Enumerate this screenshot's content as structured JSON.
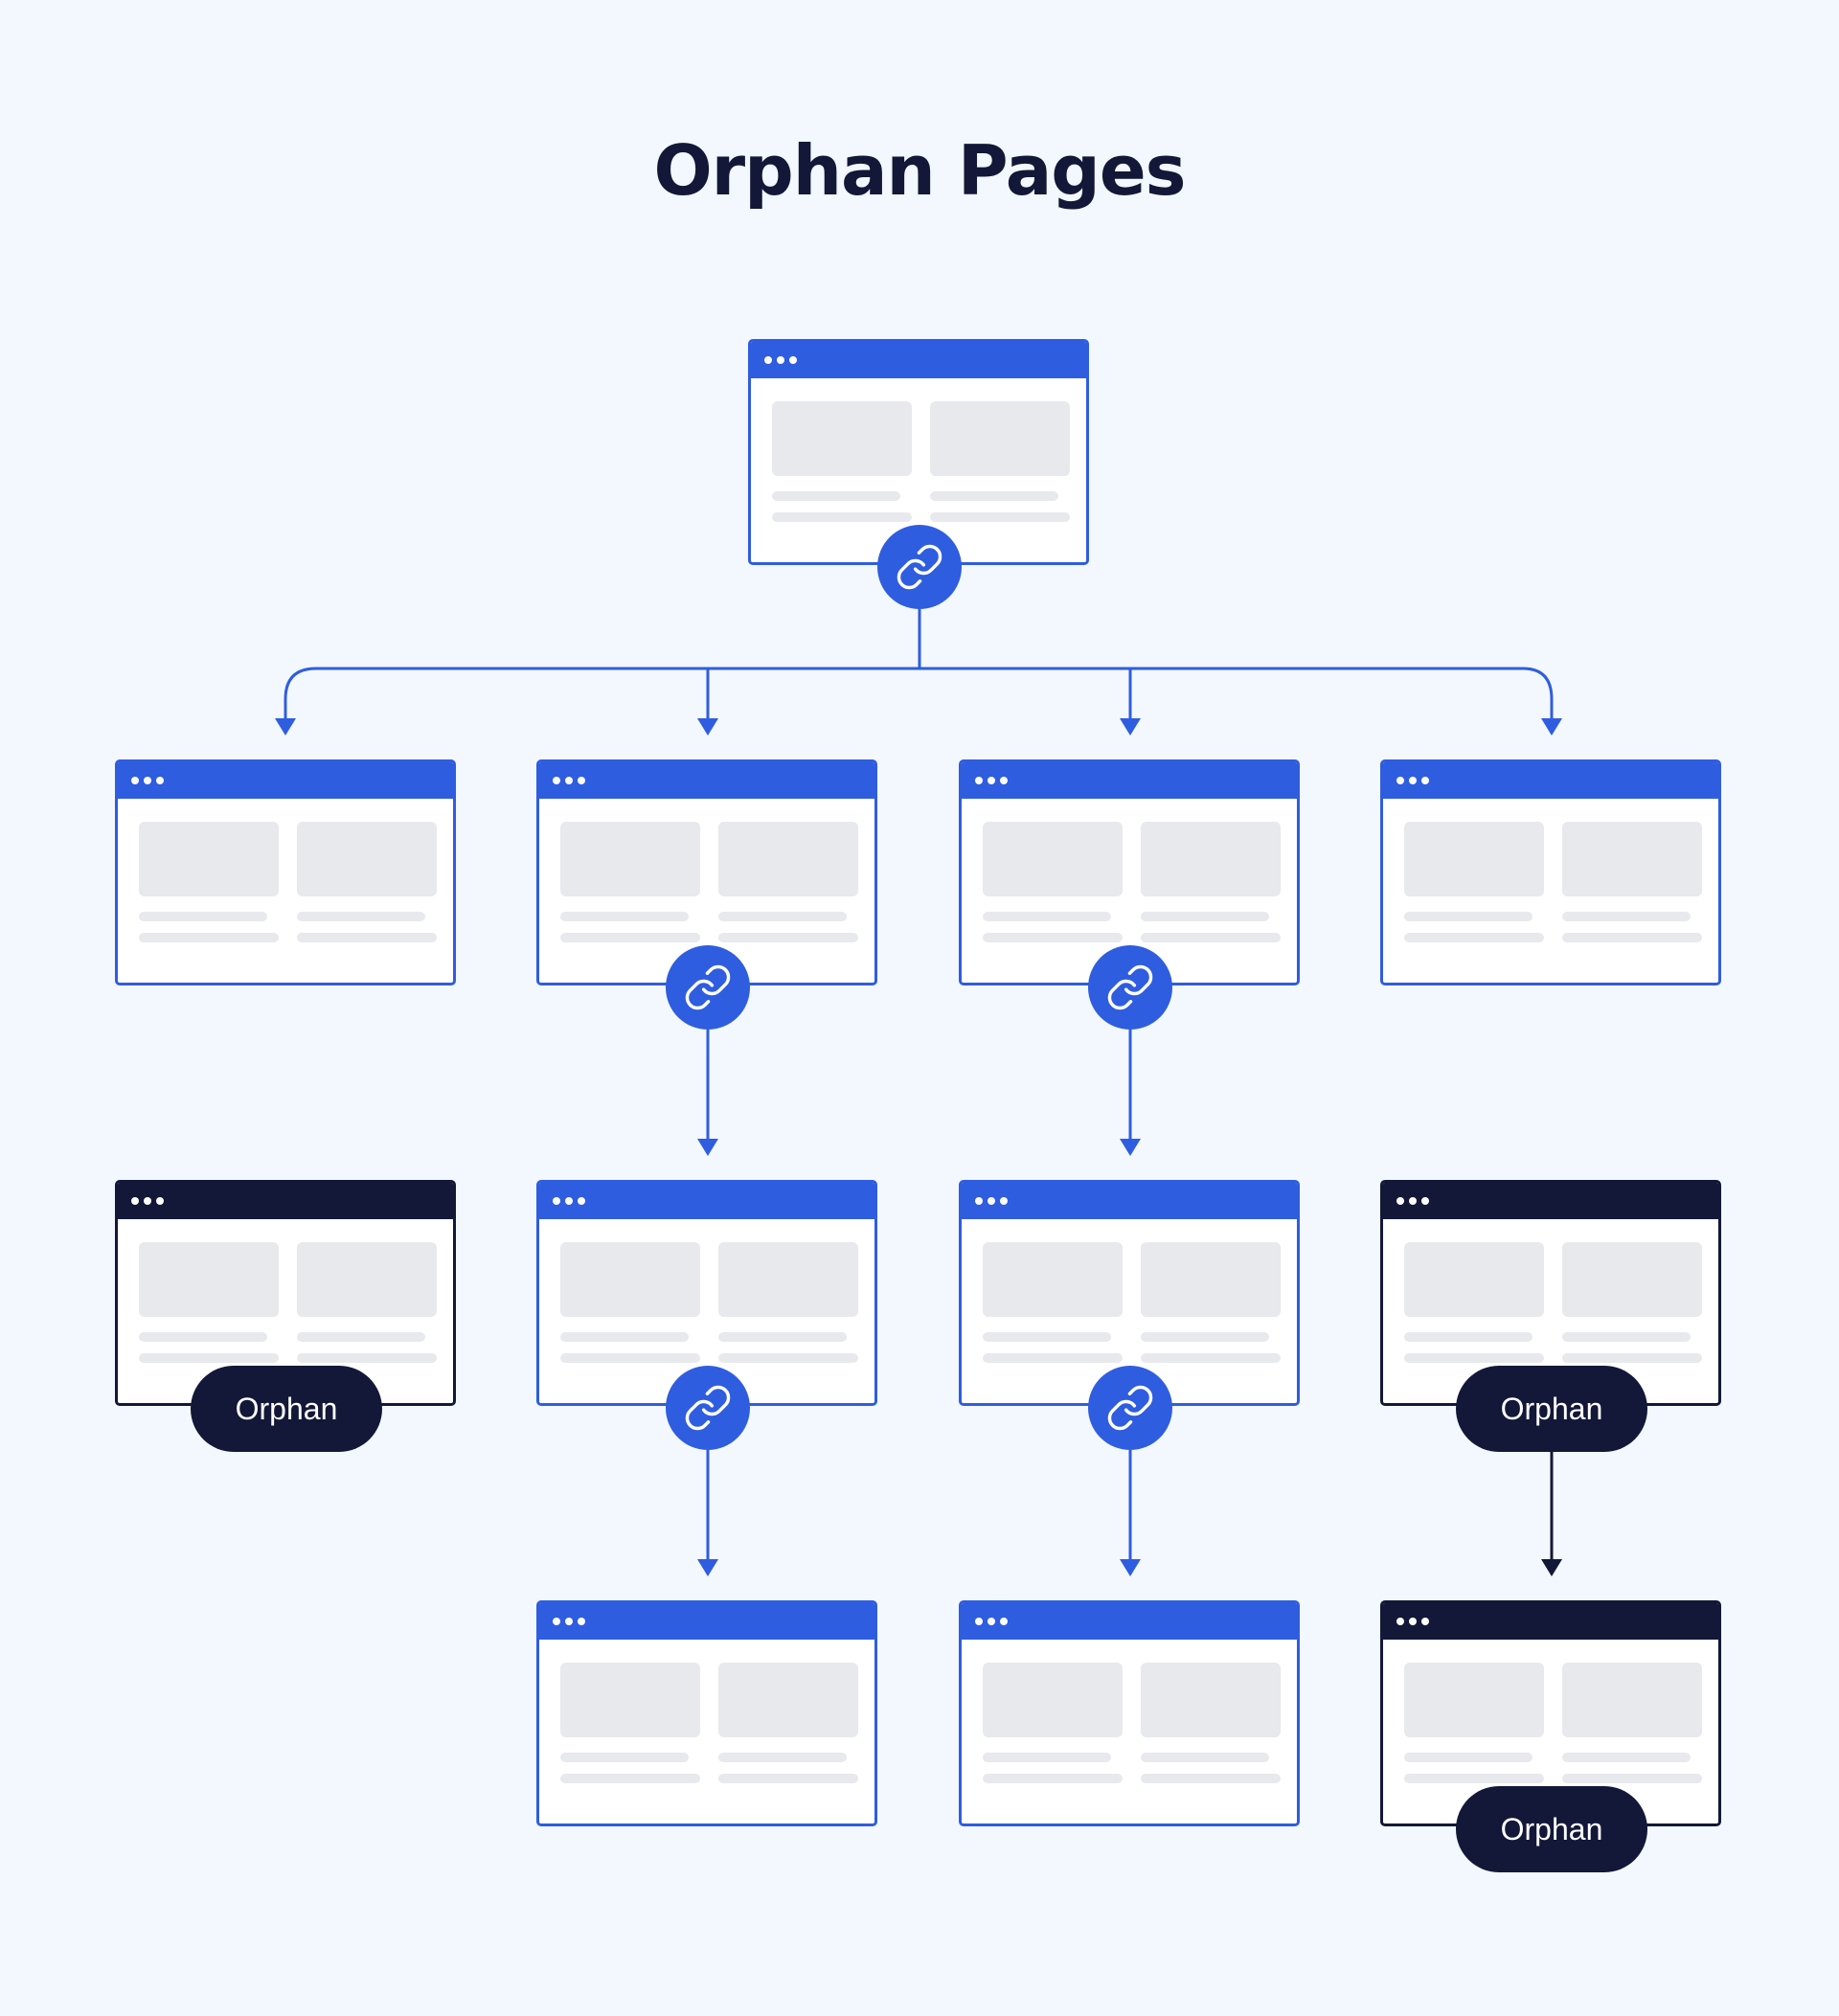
{
  "title": "Orphan Pages",
  "orphan_label": "Orphan",
  "colors": {
    "background": "#f3f8ff",
    "linked_page": "#2f5de0",
    "orphan_page": "#131838",
    "placeholder": "#e8e9ec",
    "title_text": "#131838"
  },
  "icons": {
    "link": "link-icon",
    "window_controls": "window-dots-icon"
  },
  "pages": [
    {
      "id": "root",
      "status": "linked"
    },
    {
      "id": "level2-col1",
      "status": "linked"
    },
    {
      "id": "level2-col2",
      "status": "linked"
    },
    {
      "id": "level2-col3",
      "status": "linked"
    },
    {
      "id": "level2-col4",
      "status": "linked"
    },
    {
      "id": "level3-col1",
      "status": "orphan"
    },
    {
      "id": "level3-col2",
      "status": "linked"
    },
    {
      "id": "level3-col3",
      "status": "linked"
    },
    {
      "id": "level3-col4",
      "status": "orphan"
    },
    {
      "id": "level4-col2",
      "status": "linked"
    },
    {
      "id": "level4-col3",
      "status": "linked"
    },
    {
      "id": "level4-col4",
      "status": "orphan"
    }
  ]
}
